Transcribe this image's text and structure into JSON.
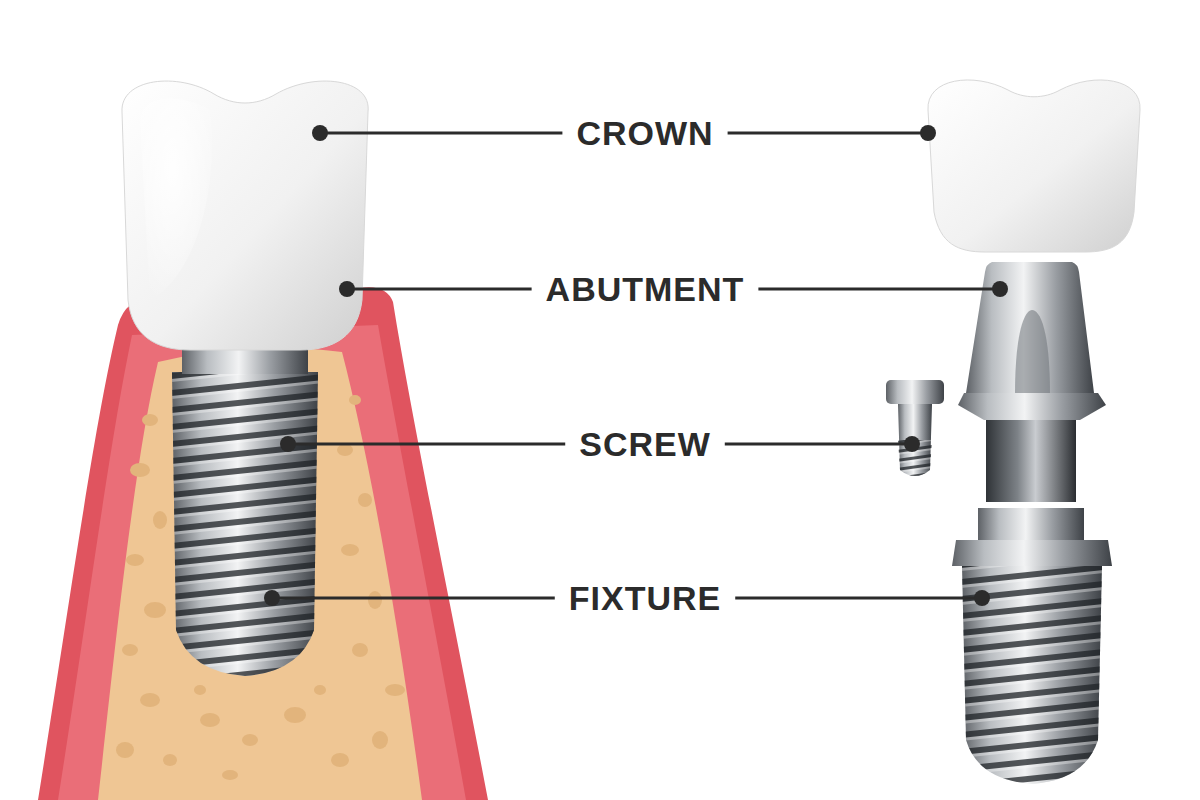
{
  "diagram": {
    "labels": [
      "CROWN",
      "ABUTMENT",
      "SCREW",
      "FIXTURE"
    ]
  }
}
